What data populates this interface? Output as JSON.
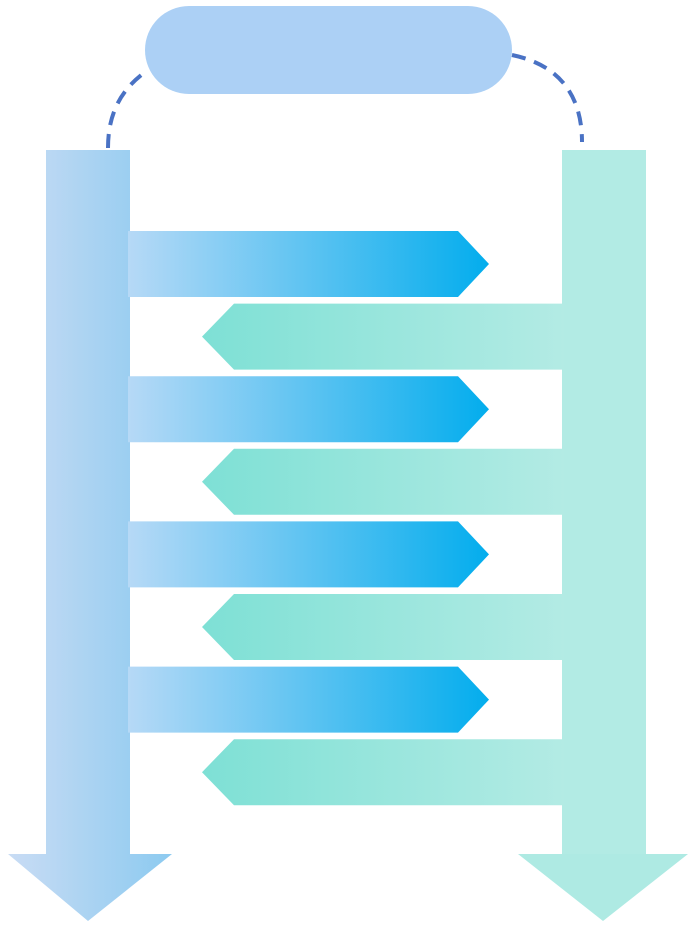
{
  "diagram": {
    "title": "",
    "colors": {
      "top_pill": "#acd0f5",
      "connector": "#4a72c4",
      "left_column_start": "#c9dcf4",
      "left_column_end": "#8ccaf0",
      "right_column": "#b2ebe4",
      "right_arrow_head": "#aeeae3",
      "blue_arrow_start": "#b6d9f6",
      "blue_arrow_end": "#03aded",
      "teal_arrow_start": "#7ee0d5",
      "teal_arrow_end": "#b3ebe4"
    },
    "steps": [
      {
        "direction": "right",
        "label": ""
      },
      {
        "direction": "left",
        "label": ""
      },
      {
        "direction": "right",
        "label": ""
      },
      {
        "direction": "left",
        "label": ""
      },
      {
        "direction": "right",
        "label": ""
      },
      {
        "direction": "left",
        "label": ""
      },
      {
        "direction": "right",
        "label": ""
      },
      {
        "direction": "left",
        "label": ""
      }
    ]
  }
}
